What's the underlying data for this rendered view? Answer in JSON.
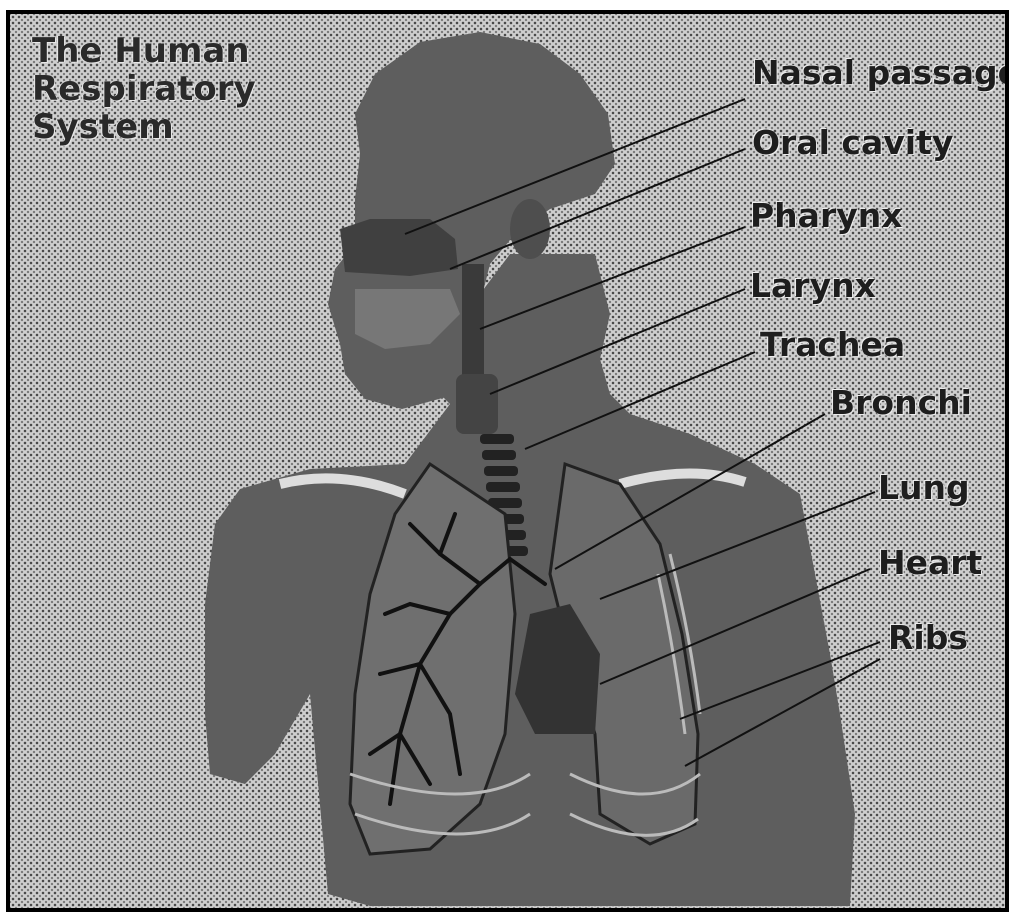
{
  "title": {
    "line1": "The Human",
    "line2": "Respiratory",
    "line3": "System"
  },
  "labels": {
    "nasal_passage": "Nasal passage",
    "oral_cavity": "Oral cavity",
    "pharynx": "Pharynx",
    "larynx": "Larynx",
    "trachea": "Trachea",
    "bronchi": "Bronchi",
    "lung": "Lung",
    "heart": "Heart",
    "ribs": "Ribs"
  },
  "colors": {
    "body": "#5f5f5f",
    "lung_tissue": "#777777",
    "bronchial_tree": "#111111",
    "heart": "#333333",
    "background": "#cfcfcf"
  }
}
